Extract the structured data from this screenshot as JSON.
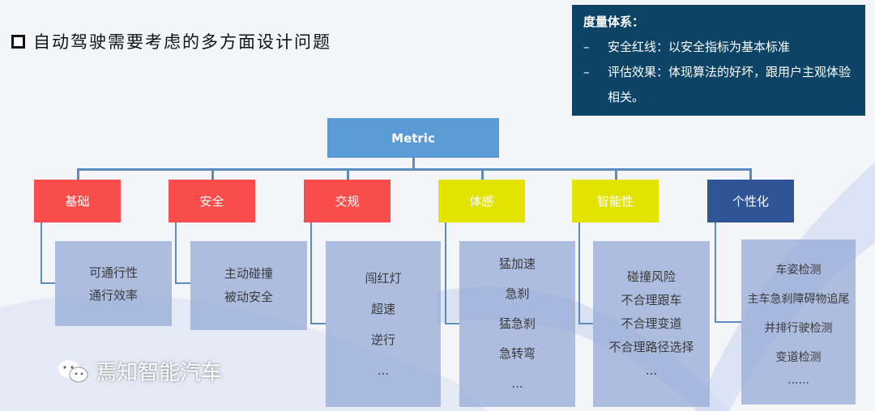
{
  "title": "自动驾驶需要考虑的多方面设计问题",
  "info": {
    "heading": "度量体系：",
    "items": [
      {
        "dash": "–",
        "text": "安全红线：以安全指标为基本标准"
      },
      {
        "dash": "–",
        "text": "评估效果：体现算法的好坏，跟用户主观体验相关。"
      }
    ]
  },
  "root": "Metric",
  "categories": [
    {
      "label": "基础",
      "color": "#f94c4c",
      "text_color": "#ffffff",
      "items": [
        "可通行性",
        "通行效率"
      ]
    },
    {
      "label": "安全",
      "color": "#f94c4c",
      "text_color": "#ffffff",
      "items": [
        "主动碰撞",
        "被动安全"
      ]
    },
    {
      "label": "交规",
      "color": "#f94c4c",
      "text_color": "#ffffff",
      "items": [
        "闯红灯",
        "超速",
        "逆行",
        "..."
      ]
    },
    {
      "label": "体感",
      "color": "#e3e300",
      "text_color": "#ffffff",
      "items": [
        "猛加速",
        "急刹",
        "猛急刹",
        "急转弯",
        "..."
      ]
    },
    {
      "label": "智能性",
      "color": "#e3e300",
      "text_color": "#ffffff",
      "items": [
        "碰撞风险",
        "不合理跟车",
        "不合理变道",
        "不合理路径选择",
        "..."
      ]
    },
    {
      "label": "个性化",
      "color": "#2f5597",
      "text_color": "#ffffff",
      "items": [
        "车姿检测",
        "主车急刹障碍物追尾",
        "并排行驶检测",
        "变道检测",
        "......"
      ]
    }
  ],
  "watermark": "焉知智能汽车"
}
